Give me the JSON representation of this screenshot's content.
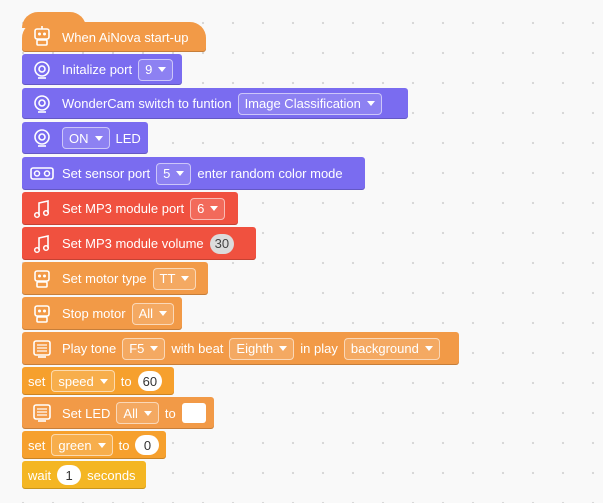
{
  "colors": {
    "event": "#f29a47",
    "wondercam": "#7a6cf0",
    "sensor": "#7a6cf0",
    "mp3": "#f0513f",
    "motor": "#f29a47",
    "variable": "#f6a02d",
    "control": "#f4b623"
  },
  "blocks": {
    "hat": {
      "label": "When AiNova start-up",
      "icon": "robot-icon"
    },
    "init_port": {
      "label": "Initalize port",
      "port": "9",
      "icon": "camera-icon"
    },
    "wondercam_switch": {
      "label": "WonderCam switch to funtion",
      "function": "Image Classification",
      "icon": "camera-icon"
    },
    "led_toggle": {
      "state": "ON",
      "suffix": "LED",
      "icon": "camera-icon"
    },
    "sensor_port": {
      "label": "Set sensor port",
      "port": "5",
      "suffix": "enter random color mode",
      "icon": "sensor-icon"
    },
    "mp3_port": {
      "label": "Set MP3 module port",
      "port": "6",
      "icon": "music-note-icon"
    },
    "mp3_volume": {
      "label": "Set MP3 module volume",
      "volume": "30",
      "icon": "music-note-icon"
    },
    "motor_type": {
      "label": "Set motor type",
      "type": "TT",
      "icon": "robot-icon"
    },
    "stop_motor": {
      "label": "Stop motor",
      "target": "All",
      "icon": "robot-icon"
    },
    "play_tone": {
      "label": "Play tone",
      "tone": "F5",
      "with_beat": "with beat",
      "beat": "Eighth",
      "in_play": "in play",
      "mode": "background",
      "icon": "display-icon"
    },
    "set_speed": {
      "set": "set",
      "variable": "speed",
      "to": "to",
      "value": "60"
    },
    "set_led": {
      "label": "Set LED",
      "target": "All",
      "to": "to",
      "icon": "display-icon"
    },
    "set_green": {
      "set": "set",
      "variable": "green",
      "to": "to",
      "value": "0"
    },
    "wait": {
      "label": "wait",
      "value": "1",
      "unit": "seconds"
    }
  }
}
